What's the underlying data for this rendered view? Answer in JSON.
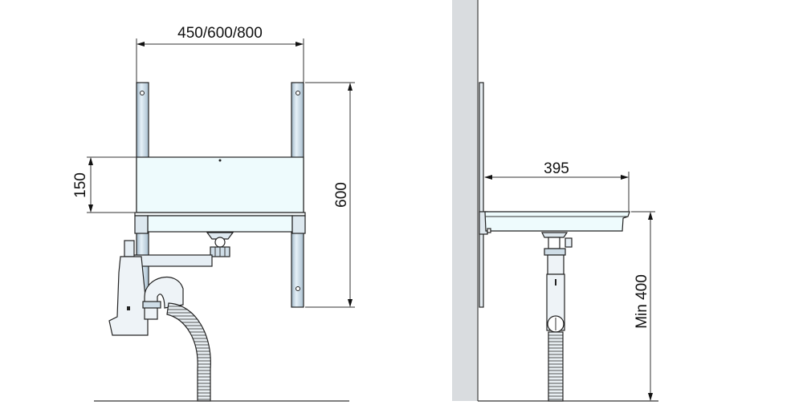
{
  "front_view": {
    "width_dimension": "450/600/800",
    "panel_height_dimension": "150",
    "frame_height_dimension": "600"
  },
  "side_view": {
    "depth_dimension": "395",
    "min_height_dimension": "Min 400"
  },
  "colors": {
    "panel_fill": "#eefbfd",
    "post_fill": "#c9dbe8",
    "wall_fill": "#d9dcdf",
    "line": "#222222"
  }
}
